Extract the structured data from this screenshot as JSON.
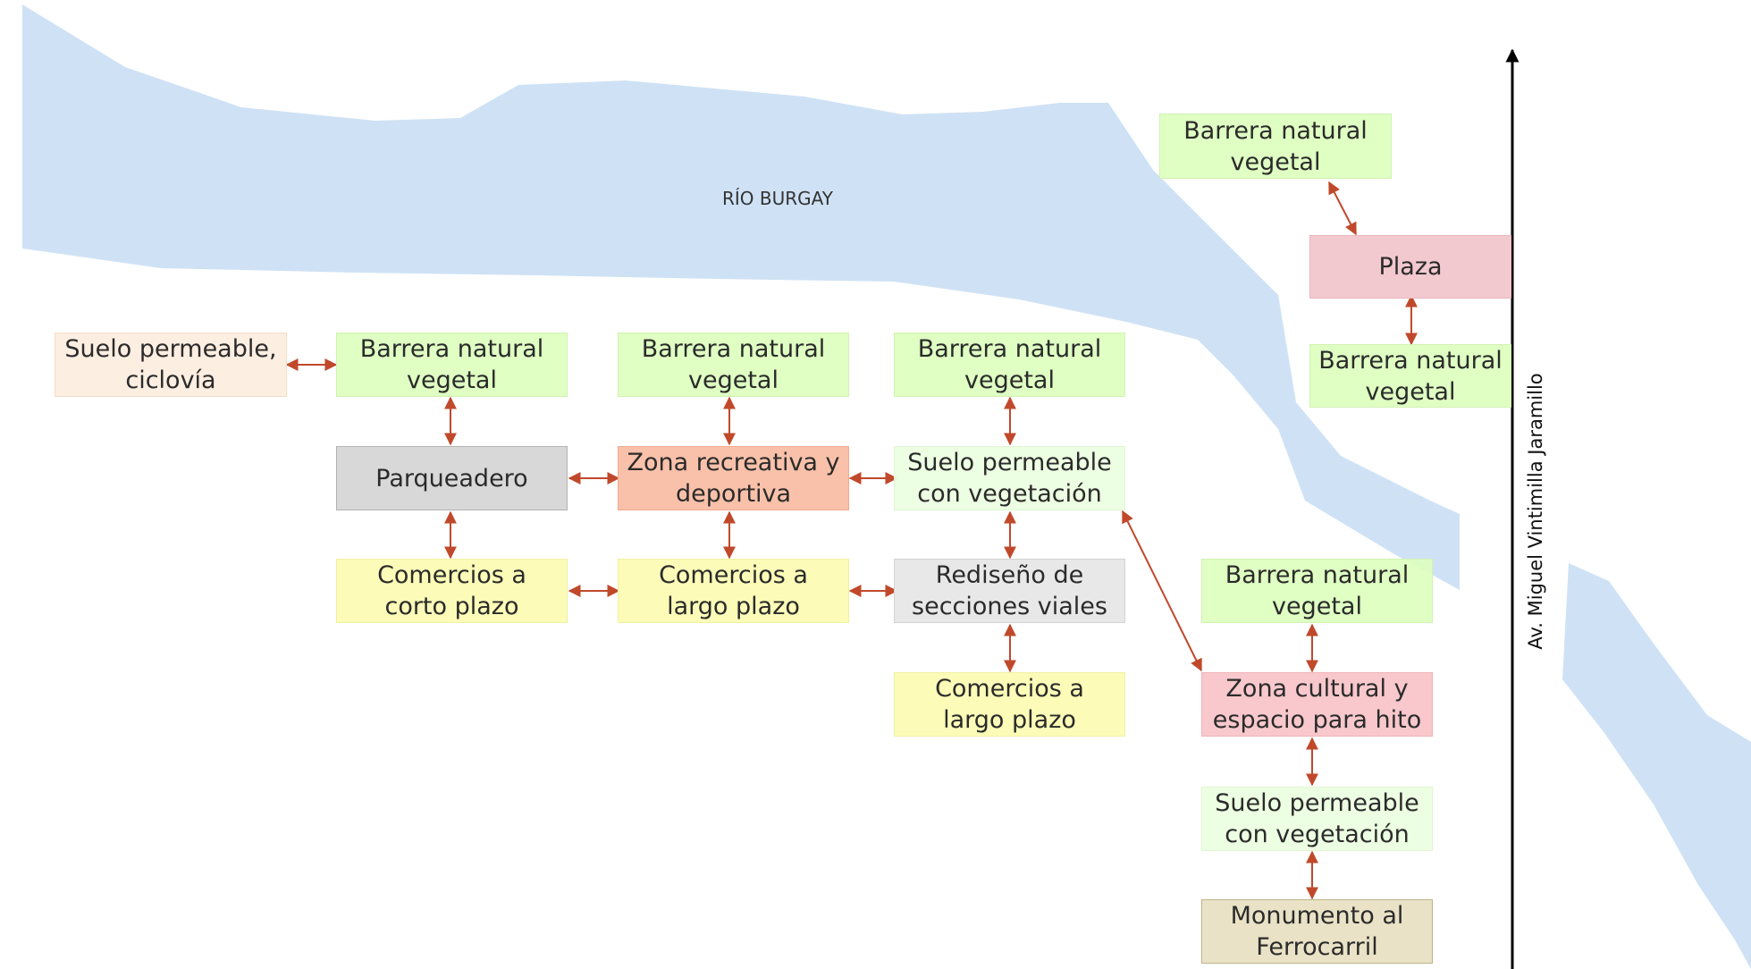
{
  "river": {
    "label": "RÍO BURGAY",
    "color": "#cfe2f5"
  },
  "avenue": {
    "label": "Av. Miguel Vintimilla Jaramillo"
  },
  "colors": {
    "connector": "#c0492b",
    "avenue_line": "#000000"
  },
  "nodes": {
    "plaza": "Plaza",
    "barrera_plaza_top": "Barrera natural\nvegetal",
    "barrera_plaza_bottom": "Barrera natural\nvegetal",
    "suelo_ciclovia": "Suelo permeable,\nciclovía",
    "barrera_1": "Barrera natural\nvegetal",
    "barrera_2": "Barrera natural\nvegetal",
    "barrera_3": "Barrera natural\nvegetal",
    "parqueadero": "Parqueadero",
    "zona_recreativa": "Zona recreativa y\ndeportiva",
    "suelo_vegetacion_1": "Suelo permeable\ncon vegetación",
    "comercios_corto": "Comercios a\ncorto plazo",
    "comercios_largo_1": "Comercios a\nlargo plazo",
    "rediseno": "Rediseño de\nsecciones viales",
    "comercios_largo_2": "Comercios a\nlargo plazo",
    "barrera_4": "Barrera natural\nvegetal",
    "zona_cultural": "Zona cultural y\nespacio para hito",
    "suelo_vegetacion_2": "Suelo permeable\ncon vegetación",
    "monumento": "Monumento al\nFerrocarril"
  }
}
